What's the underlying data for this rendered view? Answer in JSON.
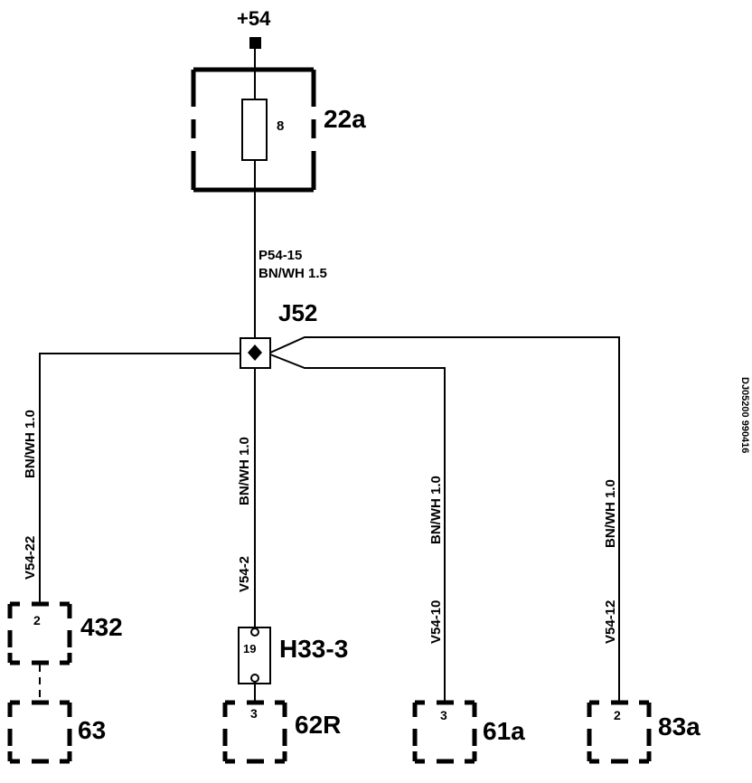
{
  "supply": {
    "label": "+54"
  },
  "fuse": {
    "component_id": "22a",
    "rating": "8"
  },
  "feed_wire": {
    "id": "P54-15",
    "spec": "BN/WH 1.5"
  },
  "splice": {
    "id": "J52"
  },
  "branches": [
    {
      "wire_id": "V54-22",
      "spec": "BN/WH 1.0",
      "pin": "2",
      "component": "432"
    },
    {
      "wire_id": "V54-2",
      "spec": "BN/WH 1.0"
    },
    {
      "wire_id": "V54-10",
      "spec": "BN/WH 1.0",
      "pin": "3",
      "component": "61a"
    },
    {
      "wire_id": "V54-12",
      "spec": "BN/WH 1.0",
      "pin": "2",
      "component": "83a"
    }
  ],
  "connector_h33": {
    "id": "H33-3",
    "pin": "19"
  },
  "lower_components": [
    {
      "id": "63"
    },
    {
      "pin": "3",
      "id": "62R"
    }
  ],
  "drawing_ref": "DJ05200 990416"
}
